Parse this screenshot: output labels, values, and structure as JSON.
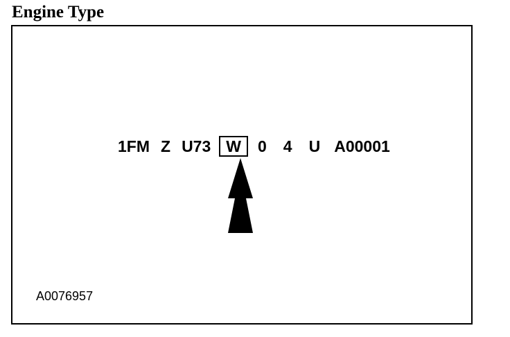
{
  "title": "Engine Type",
  "vin": {
    "segments": [
      "1FM",
      "Z",
      "U73",
      "W",
      "0",
      "4",
      "U",
      "A00001"
    ],
    "highlighted_index": 3
  },
  "figure_id": "A0076957"
}
